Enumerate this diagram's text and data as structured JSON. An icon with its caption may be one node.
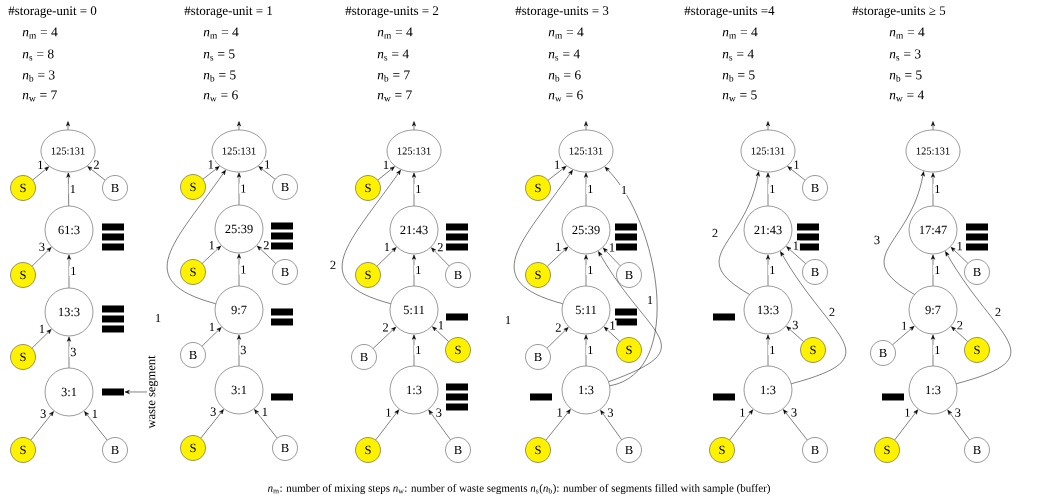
{
  "diagram": {
    "caption": "*n*$_{m}$: number of mixing steps *n*$_{w}$: number of waste segments *n*$_{s}$(*n*$_{b}$): number of segments filled with sample (buffer)",
    "nodes": [
      {
        "text": [
          "125:131"
        ]
      },
      {
        "text": [
          "S"
        ]
      },
      {
        "text": [
          "B"
        ]
      },
      {
        "text": [
          "61:3"
        ]
      },
      {
        "text": [
          "S"
        ]
      },
      {
        "text": [
          "13:3"
        ]
      },
      {
        "text": [
          "S"
        ]
      },
      {
        "text": [
          "3:1"
        ]
      },
      {
        "text": [
          "S"
        ]
      },
      {
        "text": [
          "B"
        ]
      },
      {
        "text": [],
        "shape": "bar"
      },
      {
        "text": [
          "waste segment"
        ]
      },
      {
        "text": [
          "125:131"
        ]
      },
      {
        "text": [
          "S"
        ]
      },
      {
        "text": [
          "B"
        ]
      },
      {
        "text": [
          "25:39"
        ]
      },
      {
        "text": [
          "S"
        ]
      },
      {
        "text": [
          "B"
        ]
      },
      {
        "text": [
          "9:7"
        ]
      },
      {
        "text": [
          "B"
        ]
      },
      {
        "text": [
          "3:1"
        ]
      },
      {
        "text": [
          "S"
        ]
      },
      {
        "text": [
          "B"
        ]
      },
      {
        "text": [
          "125:131"
        ]
      },
      {
        "text": [
          "S"
        ]
      },
      {
        "text": [
          "21:43"
        ]
      },
      {
        "text": [
          "S"
        ]
      },
      {
        "text": [
          "B"
        ]
      },
      {
        "text": [
          "5:11"
        ]
      },
      {
        "text": [
          "B"
        ]
      },
      {
        "text": [
          "S"
        ]
      },
      {
        "text": [
          "1:3"
        ]
      },
      {
        "text": [
          "S"
        ]
      },
      {
        "text": [
          "B"
        ]
      },
      {
        "text": [
          "125:131"
        ]
      },
      {
        "text": [
          "S"
        ]
      },
      {
        "text": [
          "25:39"
        ]
      },
      {
        "text": [
          "S"
        ]
      },
      {
        "text": [
          "B"
        ]
      },
      {
        "text": [
          "5:11"
        ]
      },
      {
        "text": [
          "B"
        ]
      },
      {
        "text": [
          "S"
        ]
      },
      {
        "text": [
          "1:3"
        ]
      },
      {
        "text": [
          "S"
        ]
      },
      {
        "text": [
          "B"
        ]
      },
      {
        "text": [
          "125:131"
        ]
      },
      {
        "text": [
          "B"
        ]
      },
      {
        "text": [
          "21:43"
        ]
      },
      {
        "text": [
          "B"
        ]
      },
      {
        "text": [
          "13:3"
        ]
      },
      {
        "text": [
          "S"
        ]
      },
      {
        "text": [
          "1:3"
        ]
      },
      {
        "text": [
          "S"
        ]
      },
      {
        "text": [
          "B"
        ]
      },
      {
        "text": [
          "125:131"
        ]
      },
      {
        "text": [
          "17:47"
        ]
      },
      {
        "text": [
          "B"
        ]
      },
      {
        "text": [
          "9:7"
        ]
      },
      {
        "text": [
          "B"
        ]
      },
      {
        "text": [
          "S"
        ]
      },
      {
        "text": [
          "1:3"
        ]
      },
      {
        "text": [
          "S"
        ]
      },
      {
        "text": [
          "B"
        ]
      }
    ],
    "edges": [
      {
        "from": 0,
        "to": null,
        "arrow": "to"
      },
      {
        "from": 1,
        "to": 0,
        "arrow": "to",
        "label": "1"
      },
      {
        "from": 2,
        "to": 0,
        "arrow": "to",
        "label": "2"
      },
      {
        "from": 3,
        "to": 0,
        "arrow": "to",
        "label": "1"
      },
      {
        "from": 4,
        "to": 3,
        "arrow": "to",
        "label": "3"
      },
      {
        "from": 5,
        "to": 3,
        "arrow": "to",
        "label": "1"
      },
      {
        "from": 6,
        "to": 5,
        "arrow": "to",
        "label": "1"
      },
      {
        "from": 7,
        "to": 5,
        "arrow": "to",
        "label": "3"
      },
      {
        "from": 8,
        "to": 7,
        "arrow": "to",
        "label": "3"
      },
      {
        "from": 9,
        "to": 7,
        "arrow": "to",
        "label": "1"
      },
      {
        "from": 11,
        "to": 10,
        "arrow": "to"
      },
      {
        "from": 12,
        "to": null,
        "arrow": "to"
      },
      {
        "from": 13,
        "to": 12,
        "arrow": "to",
        "label": "1"
      },
      {
        "from": 14,
        "to": 12,
        "arrow": "to",
        "label": "1"
      },
      {
        "from": 15,
        "to": 12,
        "arrow": "to",
        "label": "1"
      },
      {
        "from": 18,
        "to": 12,
        "arrow": "to",
        "label": "1"
      },
      {
        "from": 16,
        "to": 15,
        "arrow": "to",
        "label": "1"
      },
      {
        "from": 17,
        "to": 15,
        "arrow": "to",
        "label": "2"
      },
      {
        "from": 18,
        "to": 15,
        "arrow": "to",
        "label": "1"
      },
      {
        "from": 19,
        "to": 18,
        "arrow": "to",
        "label": "1"
      },
      {
        "from": 20,
        "to": 18,
        "arrow": "to",
        "label": "3"
      },
      {
        "from": 21,
        "to": 20,
        "arrow": "to",
        "label": "3"
      },
      {
        "from": 22,
        "to": 20,
        "arrow": "to",
        "label": "1"
      },
      {
        "from": 23,
        "to": null,
        "arrow": "to"
      },
      {
        "from": 24,
        "to": 23,
        "arrow": "to",
        "label": "1"
      },
      {
        "from": 25,
        "to": 23,
        "arrow": "to",
        "label": "1"
      },
      {
        "from": 28,
        "to": 23,
        "arrow": "to",
        "label": "2"
      },
      {
        "from": 26,
        "to": 25,
        "arrow": "to",
        "label": "1"
      },
      {
        "from": 27,
        "to": 25,
        "arrow": "to",
        "label": "2"
      },
      {
        "from": 28,
        "to": 25,
        "arrow": "to",
        "label": "1"
      },
      {
        "from": 29,
        "to": 28,
        "arrow": "to",
        "label": "2"
      },
      {
        "from": 30,
        "to": 28,
        "arrow": "to",
        "label": "1"
      },
      {
        "from": 31,
        "to": 28,
        "arrow": "to",
        "label": "1"
      },
      {
        "from": 32,
        "to": 31,
        "arrow": "to",
        "label": "1"
      },
      {
        "from": 33,
        "to": 31,
        "arrow": "to",
        "label": "3"
      },
      {
        "from": 34,
        "to": null,
        "arrow": "to"
      },
      {
        "from": 35,
        "to": 34,
        "arrow": "to",
        "label": "1"
      },
      {
        "from": 36,
        "to": 34,
        "arrow": "to",
        "label": "1"
      },
      {
        "from": 39,
        "to": 34,
        "arrow": "to",
        "label": "1"
      },
      {
        "from": 42,
        "to": 34,
        "arrow": "to",
        "label": "1"
      },
      {
        "from": 37,
        "to": 36,
        "arrow": "to",
        "label": "1"
      },
      {
        "from": 38,
        "to": 36,
        "arrow": "to",
        "label": "1"
      },
      {
        "from": 39,
        "to": 36,
        "arrow": "to",
        "label": "1"
      },
      {
        "from": 42,
        "to": 36,
        "arrow": "to",
        "label": "1"
      },
      {
        "from": 40,
        "to": 39,
        "arrow": "to",
        "label": "2"
      },
      {
        "from": 41,
        "to": 39,
        "arrow": "to",
        "label": "1"
      },
      {
        "from": 42,
        "to": 39,
        "arrow": "to",
        "label": "1"
      },
      {
        "from": 43,
        "to": 42,
        "arrow": "to",
        "label": "1"
      },
      {
        "from": 44,
        "to": 42,
        "arrow": "to",
        "label": "3"
      },
      {
        "from": 45,
        "to": null,
        "arrow": "to"
      },
      {
        "from": 46,
        "to": 45,
        "arrow": "to",
        "label": "1"
      },
      {
        "from": 47,
        "to": 45,
        "arrow": "to",
        "label": "1"
      },
      {
        "from": 49,
        "to": 45,
        "arrow": "to",
        "label": "2"
      },
      {
        "from": 48,
        "to": 47,
        "arrow": "to",
        "label": "1"
      },
      {
        "from": 49,
        "to": 47,
        "arrow": "to",
        "label": "1"
      },
      {
        "from": 51,
        "to": 47,
        "arrow": "to",
        "label": "2"
      },
      {
        "from": 50,
        "to": 49,
        "arrow": "to",
        "label": "3"
      },
      {
        "from": 51,
        "to": 49,
        "arrow": "to",
        "label": "1"
      },
      {
        "from": 52,
        "to": 51,
        "arrow": "to",
        "label": "1"
      },
      {
        "from": 53,
        "to": 51,
        "arrow": "to",
        "label": "3"
      },
      {
        "from": 54,
        "to": null,
        "arrow": "to"
      },
      {
        "from": 55,
        "to": 54,
        "arrow": "to",
        "label": "1"
      },
      {
        "from": 57,
        "to": 54,
        "arrow": "to",
        "label": "3"
      },
      {
        "from": 56,
        "to": 55,
        "arrow": "to",
        "label": "1"
      },
      {
        "from": 57,
        "to": 55,
        "arrow": "to",
        "label": "1"
      },
      {
        "from": 60,
        "to": 55,
        "arrow": "to",
        "label": "2"
      },
      {
        "from": 58,
        "to": 57,
        "arrow": "to",
        "label": "1"
      },
      {
        "from": 59,
        "to": 57,
        "arrow": "to",
        "label": "2"
      },
      {
        "from": 60,
        "to": 57,
        "arrow": "to",
        "label": "1"
      },
      {
        "from": 61,
        "to": 60,
        "arrow": "to",
        "label": "1"
      },
      {
        "from": 62,
        "to": 60,
        "arrow": "to",
        "label": "3"
      }
    ],
    "labels": [
      "#storage-unit = 0",
      "*n*$_{m}$ = 4",
      "*n*$_{s}$ = 8",
      "*n*$_{b}$ = 3",
      "*n*$_{w}$ = 7",
      "#storage-unit = 1",
      "*n*$_{m}$ = 4",
      "*n*$_{s}$ = 5",
      "*n*$_{b}$ = 5",
      "*n*$_{w}$ = 6",
      "#storage-units = 2",
      "*n*$_{m}$ = 4",
      "*n*$_{s}$ = 4",
      "*n*$_{b}$ = 7",
      "*n*$_{w}$ = 7",
      "#storage-units = 3",
      "*n*$_{m}$ = 4",
      "*n*$_{s}$ = 4",
      "*n*$_{b}$ = 6",
      "*n*$_{w}$ = 6",
      "#storage-units =4",
      "*n*$_{m}$ = 4",
      "*n*$_{s}$ = 4",
      "*n*$_{b}$ = 5",
      "*n*$_{w}$ = 5",
      "#storage-units ≥ 5",
      "*n*$_{m}$ = 4",
      "*n*$_{s}$ = 3",
      "*n*$_{b}$ = 5",
      "*n*$_{w}$ = 4"
    ]
  }
}
